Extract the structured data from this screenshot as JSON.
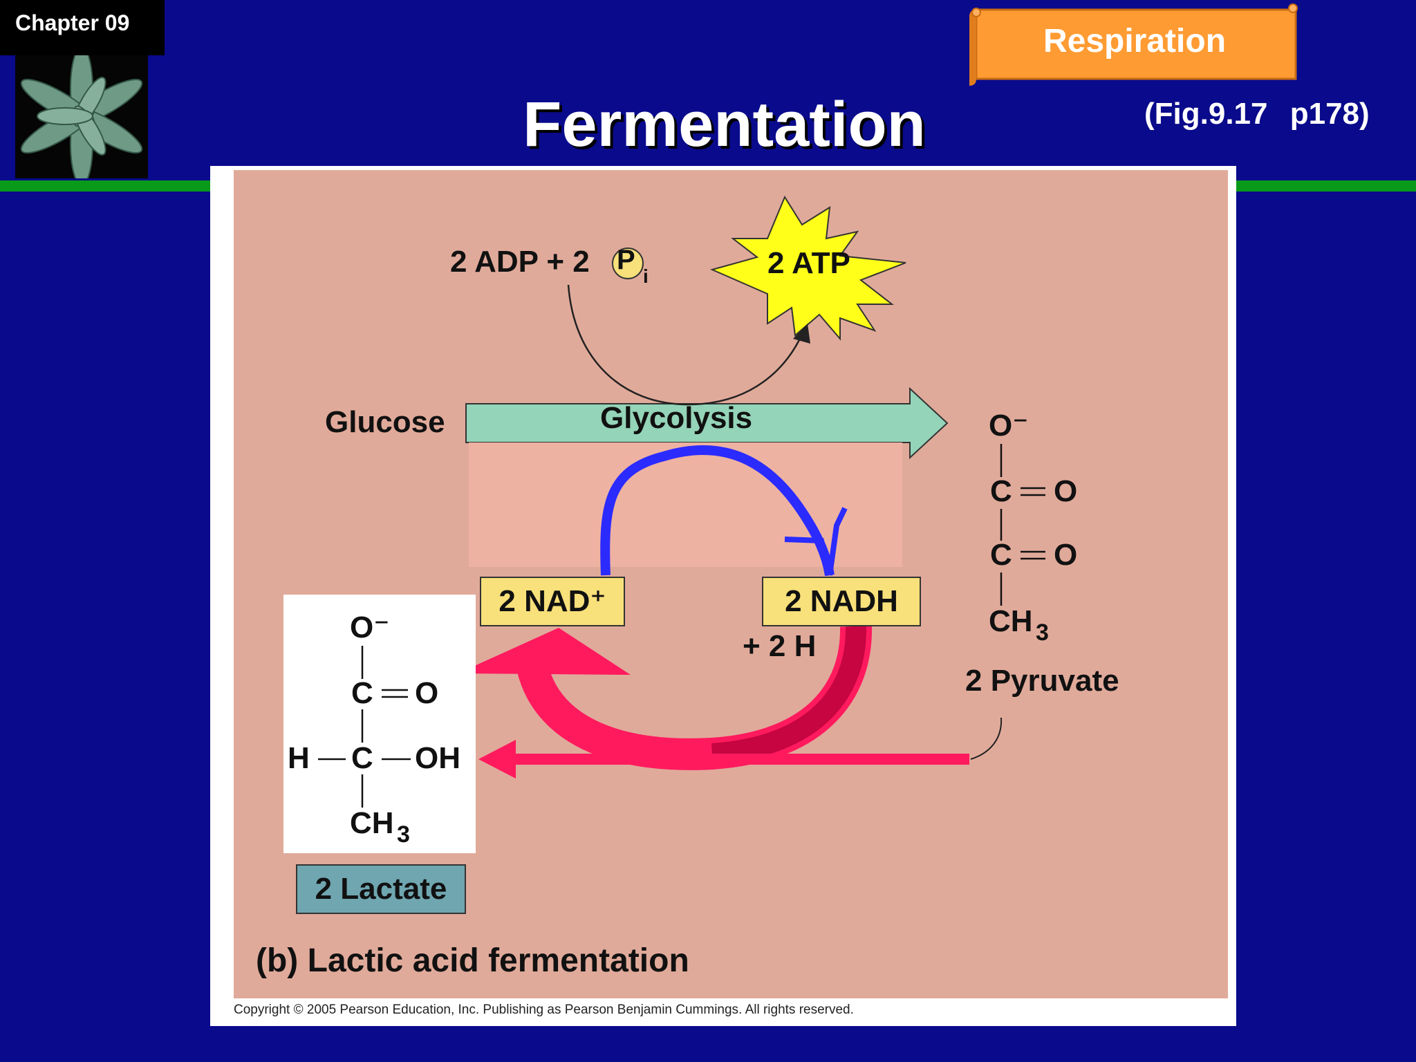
{
  "header": {
    "chapter": "Chapter 09",
    "title": "Fermentation",
    "banner": "Respiration",
    "figure_ref": "(Fig.9.17 p178)"
  },
  "diagram": {
    "adp_label": "2 ADP + 2",
    "pi_letter": "P",
    "pi_sub": "i",
    "atp_label": "2 ATP",
    "glucose": "Glucose",
    "glycolysis": "Glycolysis",
    "nad_plus": "2 NAD⁺",
    "nadh": "2 NADH",
    "h_plus": "+ 2 H",
    "pyruvate_label": "2 Pyruvate",
    "lactate_label": "2 Lactate",
    "caption": "(b) Lactic acid fermentation",
    "copyright": "Copyright © 2005 Pearson Education, Inc. Publishing as Pearson Benjamin Cummings. All rights reserved.",
    "pyruvate": {
      "o_minus": "O⁻",
      "c1": "C",
      "o1": "O",
      "c2": "C",
      "o2": "O",
      "ch3": "CH",
      "ch3_sub": "3"
    },
    "lactate": {
      "o_minus": "O⁻",
      "c1": "C",
      "o1": "O",
      "h": "H",
      "c2": "C",
      "oh": "OH",
      "ch3": "CH",
      "ch3_sub": "3"
    }
  },
  "colors": {
    "background": "#0a0a8c",
    "panel": "#e0aa9a",
    "glycolysis_arrow": "#94d4b8",
    "nad_box": "#f8e07a",
    "lactate_box": "#6fa6b0",
    "blue_arrow": "#2b2bff",
    "pink_arrow": "#ff1a5e",
    "atp_star": "#ffff1a",
    "banner": "#ff9b33"
  }
}
